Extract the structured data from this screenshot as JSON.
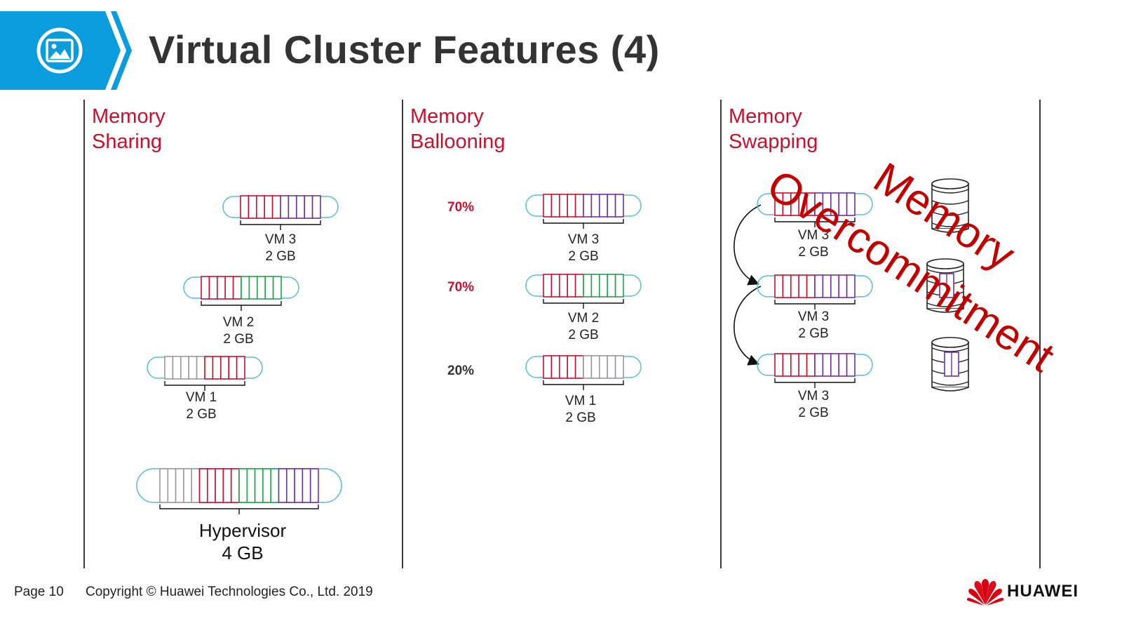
{
  "header": {
    "title": "Virtual Cluster Features (4)",
    "accent_color": "#0a9cdc",
    "icon": "image-icon"
  },
  "sections": [
    {
      "title_line1": "Memory",
      "title_line2": "Sharing",
      "vms": [
        {
          "name": "VM 3",
          "size": "2 GB"
        },
        {
          "name": "VM 2",
          "size": "2 GB"
        },
        {
          "name": "VM 1",
          "size": "2 GB"
        }
      ],
      "hypervisor": {
        "name": "Hypervisor",
        "size": "4 GB"
      }
    },
    {
      "title_line1": "Memory",
      "title_line2": "Ballooning",
      "vms": [
        {
          "name": "VM 3",
          "size": "2 GB",
          "percent": "70%"
        },
        {
          "name": "VM 2",
          "size": "2 GB",
          "percent": "70%"
        },
        {
          "name": "VM 1",
          "size": "2 GB",
          "percent": "20%"
        }
      ]
    },
    {
      "title_line1": "Memory",
      "title_line2": "Swapping",
      "vms": [
        {
          "name": "VM 3",
          "size": "2 GB"
        },
        {
          "name": "VM 3",
          "size": "2 GB"
        },
        {
          "name": "VM 3",
          "size": "2 GB"
        }
      ],
      "disk_icon": "disk-stack-icon"
    }
  ],
  "overlay": {
    "line1": "Memory",
    "line2": "Overcommitment"
  },
  "footer": {
    "page": "Page 10",
    "copyright": "Copyright © Huawei Technologies Co., Ltd. 2019",
    "brand": "HUAWEI"
  },
  "colors": {
    "red": "#c8102e",
    "purple": "#7030a0",
    "green": "#22a34a",
    "grey": "#9a9a9a",
    "teal": "#5bbcc8",
    "percent_dark": "#333333"
  }
}
